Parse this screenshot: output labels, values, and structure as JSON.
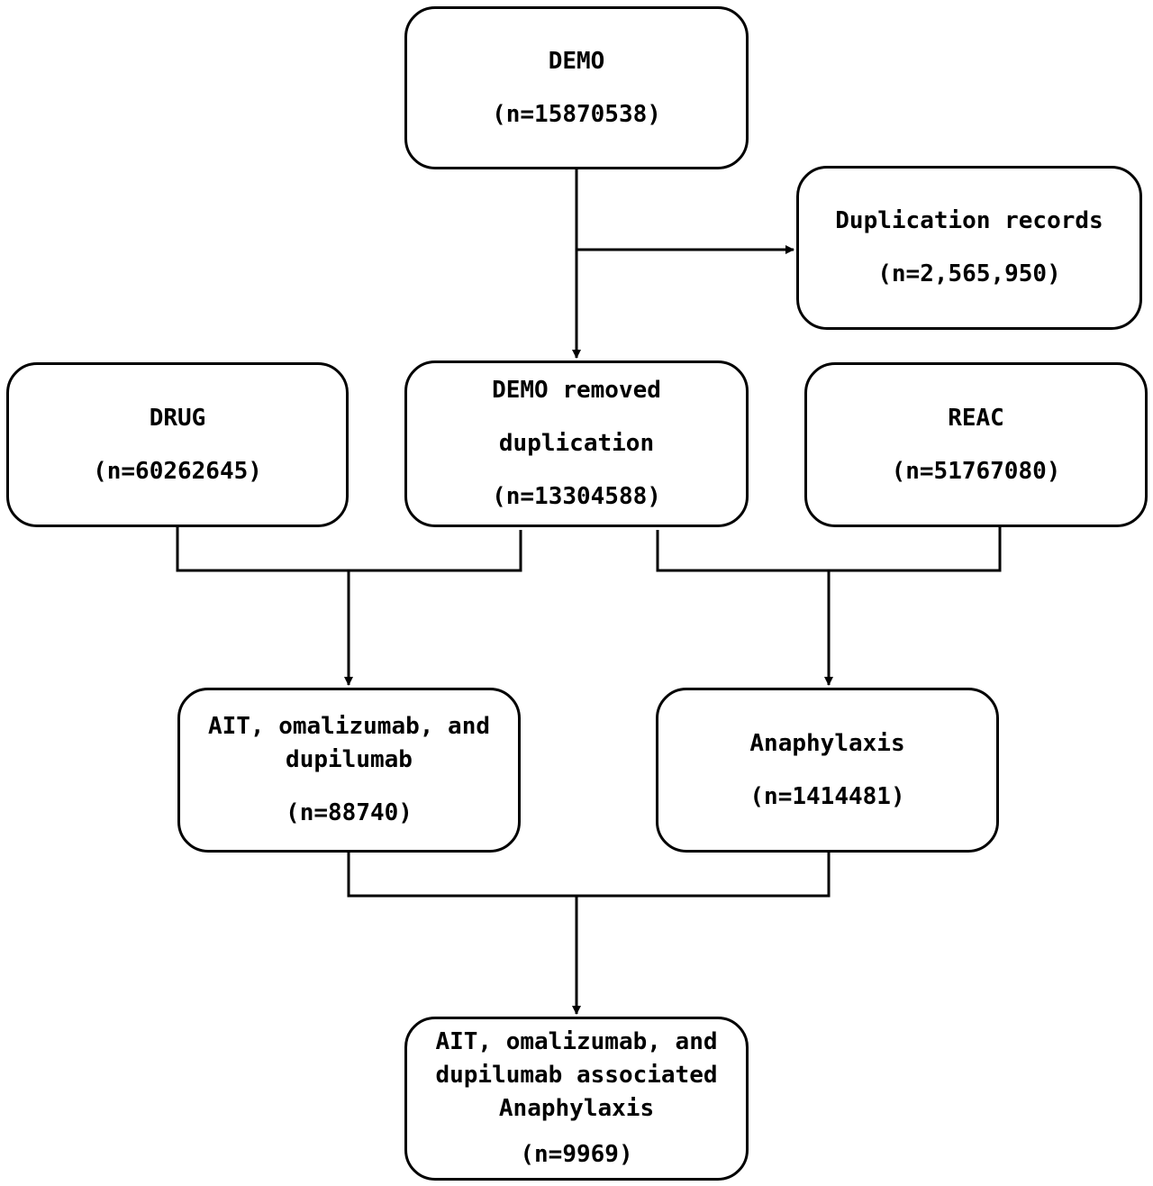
{
  "colors": {
    "stroke": "#000000",
    "background": "#ffffff"
  },
  "nodes": {
    "demo": {
      "title": [
        "DEMO"
      ],
      "count": "(n=15870538)"
    },
    "duplication": {
      "title": [
        "Duplication records"
      ],
      "count": "(n=2,565,950)"
    },
    "drug": {
      "title": [
        "DRUG"
      ],
      "count": "(n=60262645)"
    },
    "demo_removed": {
      "title": [
        "DEMO removed",
        "duplication"
      ],
      "count": "(n=13304588)"
    },
    "reac": {
      "title": [
        "REAC"
      ],
      "count": "(n=51767080)"
    },
    "ait_drugs": {
      "title": [
        "AIT, omalizumab, and",
        "dupilumab"
      ],
      "count": "(n=88740)"
    },
    "anaphylaxis": {
      "title": [
        "Anaphylaxis"
      ],
      "count": "(n=1414481)"
    },
    "final": {
      "title": [
        "AIT, omalizumab, and",
        "dupilumab associated",
        "Anaphylaxis"
      ],
      "count": "(n=9969)"
    }
  }
}
